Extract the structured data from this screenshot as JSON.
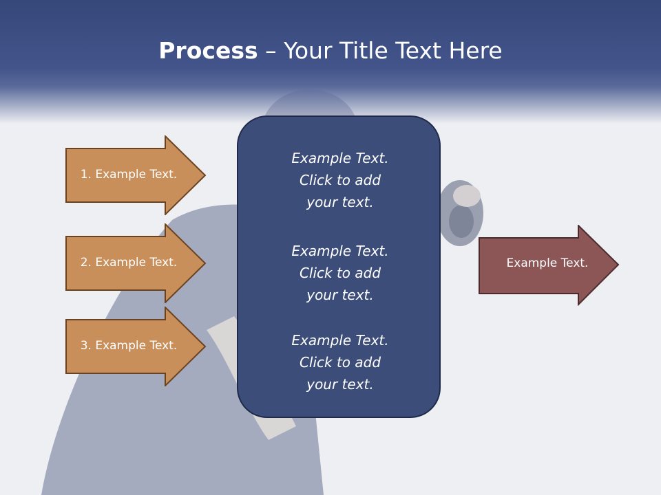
{
  "slide": {
    "title_bold": "Process",
    "title_rest": " – Your Title Text Here"
  },
  "left_arrows": [
    {
      "label": "1. Example Text."
    },
    {
      "label": "2. Example Text."
    },
    {
      "label": "3. Example Text."
    }
  ],
  "center_panel": {
    "blocks": [
      {
        "line1": "Example Text.",
        "line2": "Click  to add",
        "line3": "your text."
      },
      {
        "line1": "Example Text.",
        "line2": "Click  to add",
        "line3": "your text."
      },
      {
        "line1": "Example Text.",
        "line2": "Click  to add",
        "line3": "your text."
      }
    ]
  },
  "right_arrow": {
    "label": "Example Text."
  },
  "colors": {
    "header": "#36487a",
    "left_arrow_fill": "#c98f5a",
    "left_arrow_stroke": "#6b4220",
    "panel_fill": "#3d4d79",
    "right_arrow_fill": "#8c5657",
    "right_arrow_stroke": "#4a2a2a"
  }
}
